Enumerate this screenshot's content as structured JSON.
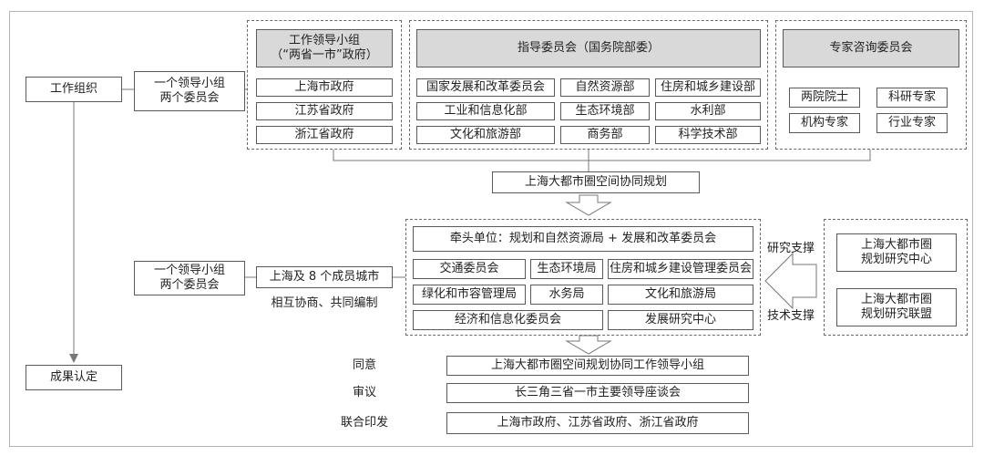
{
  "left": {
    "work_org": "工作组织",
    "result": "成果认定"
  },
  "top": {
    "side_label": "一个领导小组\n两个委员会",
    "leading_group": {
      "title": "工作领导小组\n（“两省一市”政府）",
      "items": [
        "上海市政府",
        "江苏省政府",
        "浙江省政府"
      ]
    },
    "guidance": {
      "title": "指导委员会（国务院部委）",
      "items": [
        "国家发展和改革委员会",
        "自然资源部",
        "住房和城乡建设部",
        "工业和信息化部",
        "生态环境部",
        "水利部",
        "文化和旅游部",
        "商务部",
        "科学技术部"
      ]
    },
    "experts": {
      "title": "专家咨询委员会",
      "items": [
        "两院院士",
        "科研专家",
        "机构专家",
        "行业专家"
      ]
    },
    "plan_box": "上海大都市圈空间协同规划"
  },
  "middle": {
    "side_label": "一个领导小组\n两个委员会",
    "cities": "上海及 8 个成员城市",
    "cities_note": "相互协商、共同编制",
    "lead_unit": "牵头单位：规划和自然资源局 + 发展和改革委员会",
    "units": [
      "交通委员会",
      "生态环境局",
      "住房和城乡建设管理委员会",
      "绿化和市容管理局",
      "水务局",
      "文化和旅游局",
      "经济和信息化委员会",
      "发展研究中心"
    ],
    "research_support": "研究支撑",
    "tech_support": "技术支撑",
    "research_center": "上海大都市圈\n规划研究中心",
    "research_alliance": "上海大都市圈\n规划研究联盟"
  },
  "bottom": {
    "rows": [
      {
        "action": "同意",
        "body": "上海大都市圈空间规划协同工作领导小组"
      },
      {
        "action": "审议",
        "body": "长三角三省一市主要领导座谈会"
      },
      {
        "action": "联合印发",
        "body": "上海市政府、江苏省政府、浙江省政府"
      }
    ]
  },
  "colors": {
    "title_fill": "#d9d9d9",
    "border": "#5a5a5a",
    "frame": "#b5b5b5"
  }
}
